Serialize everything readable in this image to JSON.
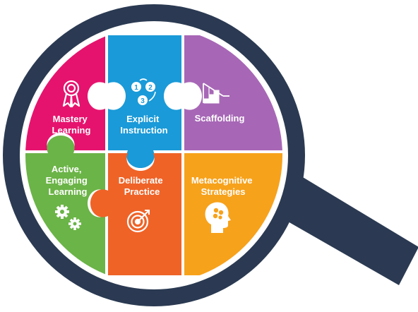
{
  "pieces": [
    {
      "id": "mastery",
      "lines": [
        "Mastery",
        "Learning"
      ],
      "color": "#e6136e",
      "icon": "award-ribbon-icon"
    },
    {
      "id": "explicit",
      "lines": [
        "Explicit",
        "Instruction"
      ],
      "color": "#1a9ad8",
      "icon": "numbered-steps-icon"
    },
    {
      "id": "scaffolding",
      "lines": [
        "Scaffolding"
      ],
      "color": "#a767b6",
      "icon": "staircase-icon"
    },
    {
      "id": "active",
      "lines": [
        "Active,",
        "Engaging",
        "Learning"
      ],
      "color": "#6bb447",
      "icon": "gears-icon"
    },
    {
      "id": "deliberate",
      "lines": [
        "Deliberate",
        "Practice"
      ],
      "color": "#ef6327",
      "icon": "target-icon"
    },
    {
      "id": "metacognitive",
      "lines": [
        "Metacognitive",
        "Strategies"
      ],
      "color": "#f7a21b",
      "icon": "brain-head-icon"
    }
  ],
  "magnifier": {
    "frame_color": "#2b3a52",
    "handle_color": "#2b3a52"
  }
}
